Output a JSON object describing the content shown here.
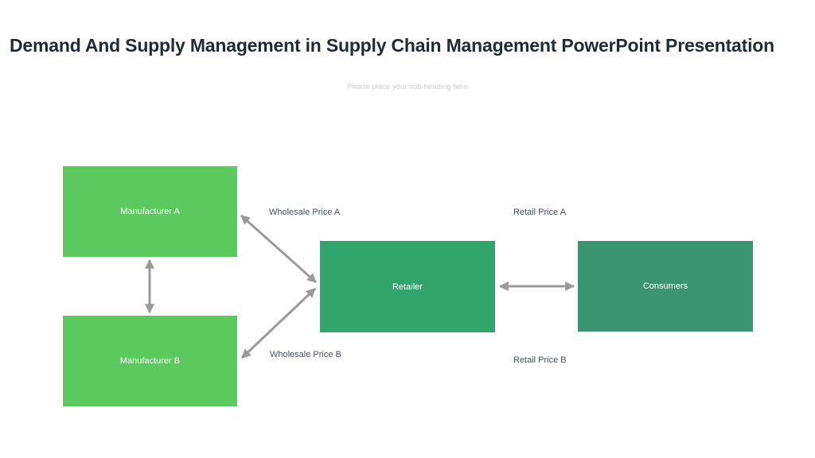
{
  "slide": {
    "title": "Demand And Supply Management in Supply Chain Management PowerPoint Presentation",
    "subtitle_placeholder": "Please place your sub-heading here"
  },
  "colors": {
    "manufacturer_box": "#5cc95f",
    "retailer_box": "#31a56c",
    "consumers_box": "#3a9371",
    "arrow": "#9a9a9a",
    "title_text": "#222b35",
    "edge_label_text": "#46505c",
    "subtitle_text": "#c9cdd1",
    "box_label_text": "#ffffff"
  },
  "diagram": {
    "nodes": [
      {
        "id": "manufacturer-a",
        "label": "Manufacturer A"
      },
      {
        "id": "manufacturer-b",
        "label": "Manufacturer B"
      },
      {
        "id": "retailer",
        "label": "Retailer"
      },
      {
        "id": "consumers",
        "label": "Consumers"
      }
    ],
    "edge_labels": [
      {
        "id": "wholesale-price-a",
        "label": "Wholesale Price A"
      },
      {
        "id": "wholesale-price-b",
        "label": "Wholesale Price B"
      },
      {
        "id": "retail-price-a",
        "label": "Retail Price A"
      },
      {
        "id": "retail-price-b",
        "label": "Retail Price B"
      }
    ],
    "edges": [
      {
        "from": "manufacturer-a",
        "to": "manufacturer-b",
        "bidirectional": true,
        "label": ""
      },
      {
        "from": "manufacturer-a",
        "to": "retailer",
        "bidirectional": true,
        "label": "Wholesale Price A"
      },
      {
        "from": "manufacturer-b",
        "to": "retailer",
        "bidirectional": true,
        "label": "Wholesale Price B"
      },
      {
        "from": "retailer",
        "to": "consumers",
        "bidirectional": true,
        "label": "Retail Price A / Retail Price B"
      }
    ]
  }
}
